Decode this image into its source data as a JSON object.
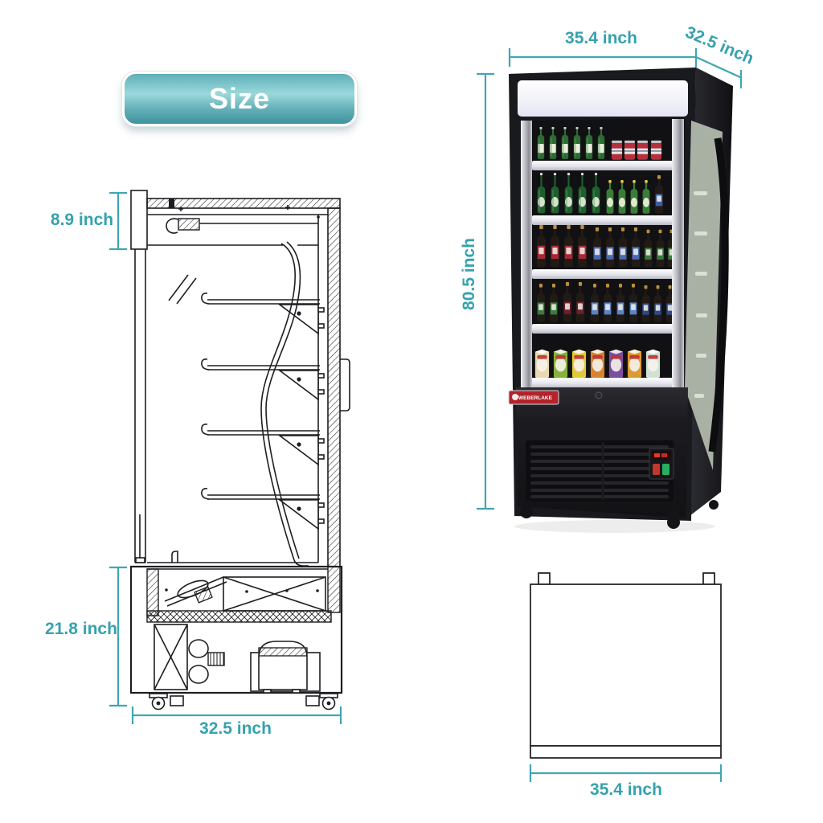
{
  "badge": {
    "label": "Size"
  },
  "colors": {
    "dimension_line": "#3fa7b3",
    "dimension_text": "#35a2ae",
    "drawing_stroke": "#1e1e22",
    "badge_light": "#9bd8da",
    "badge_dark": "#3f929e",
    "fridge_black": "#1a1a1e",
    "brand_red": "#b4232a",
    "switch_red": "#c0392b",
    "switch_green": "#27ae60"
  },
  "side_view": {
    "height_top": "8.9 inch",
    "height_bottom": "21.8 inch",
    "depth": "32.5 inch"
  },
  "photo_view": {
    "width": "35.4 inch",
    "depth": "32.5 inch",
    "height": "80.5 inch",
    "brand": "WEBERLAKE"
  },
  "front_view": {
    "width": "35.4 inch"
  }
}
